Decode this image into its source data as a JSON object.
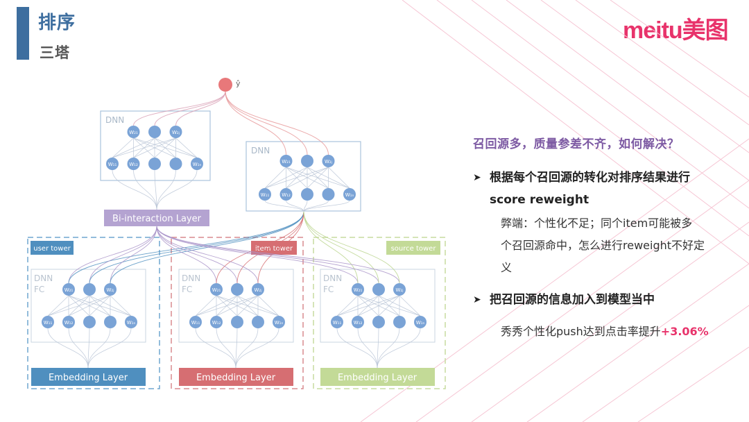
{
  "header": {
    "title": "排序",
    "subtitle": "三塔",
    "logo": "meitu美图"
  },
  "diagram": {
    "output_label": "ŷ",
    "top_left_dnn": "DNN",
    "top_right_dnn": "DNN",
    "bi_interaction": "Bi-interaction Layer",
    "towers": [
      {
        "name": "user tower",
        "dnn": "DNN",
        "fc": "FC",
        "embedding": "Embedding Layer"
      },
      {
        "name": "item tower",
        "dnn": "DNN",
        "fc": "FC",
        "embedding": "Embedding Layer"
      },
      {
        "name": "source tower",
        "dnn": "DNN",
        "fc": "FC",
        "embedding": "Embedding Layer"
      }
    ],
    "node_labels_top": [
      "W₂₁",
      "W₂ⱼ"
    ],
    "node_labels_bottom": [
      "W₁₁",
      "W₁₂",
      "W₁ₙ"
    ],
    "colors": {
      "user": "#4f8fbf",
      "item": "#d66e72",
      "source": "#b9d38b",
      "purple": "#a892c8",
      "node": "#7aa3d6",
      "output": "#e8787a"
    }
  },
  "panel": {
    "question": "召回源多，质量参差不齐，如何解决？",
    "bullet1_line1": "根据每个召回源的转化对排序结果进行",
    "bullet1_line2": "score reweight",
    "note1_line1": "弊端：个性化不足；同个item可能被多",
    "note1_line2": "个召回源命中，怎么进行reweight不好定",
    "note1_line3": "义",
    "bullet2": "把召回源的信息加入到模型当中",
    "note2_text": "秀秀个性化push达到点击率提升",
    "note2_value": "+3.06%"
  }
}
